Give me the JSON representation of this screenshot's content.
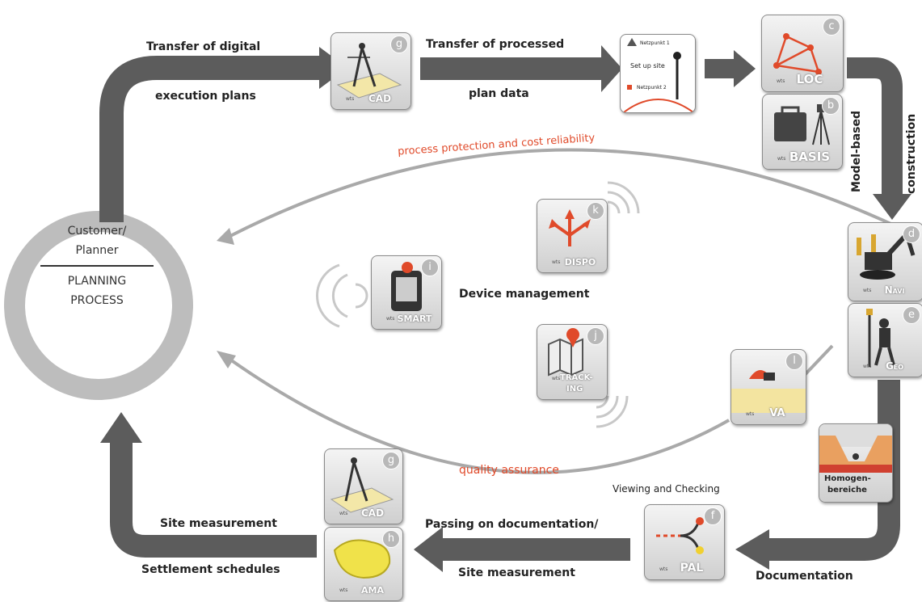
{
  "center": {
    "line1": "Customer/",
    "line2": "Planner",
    "line3": "PLANNING",
    "line4": "PROCESS"
  },
  "labels": {
    "transfer_digital": "Transfer of digital",
    "execution_plans": "execution plans",
    "transfer_processed": "Transfer of processed",
    "plan_data": "plan data",
    "model_based": "Model-based",
    "construction": "construction",
    "process_protection": "process protection and cost reliability",
    "device_management": "Device management",
    "quality_assurance": "quality assurance",
    "viewing_checking": "Viewing and Checking",
    "passing_documentation": "Passing on documentation/",
    "site_measurement_2": "Site measurement",
    "documentation": "Documentation",
    "site_measurement_1": "Site measurement",
    "settlement_schedules": "Settlement schedules"
  },
  "tiles": {
    "cad_top": {
      "name": "CAD",
      "badge": "g",
      "prefix": "wts"
    },
    "loc": {
      "name": "LOC",
      "badge": "c",
      "prefix": "wts"
    },
    "basis": {
      "name": "BASIS",
      "badge": "b",
      "prefix": "wts"
    },
    "navi": {
      "name": "Navi",
      "badge": "d",
      "prefix": "wts"
    },
    "geo": {
      "name": "Geo",
      "badge": "e",
      "prefix": "wts"
    },
    "va": {
      "name": "VA",
      "badge": "l",
      "prefix": "wts"
    },
    "homogen": {
      "name_1": "Homogen-",
      "name_2": "bereiche"
    },
    "pal": {
      "name": "PAL",
      "badge": "f",
      "prefix": "wts"
    },
    "cad_bottom": {
      "name": "CAD",
      "badge": "g",
      "prefix": "wts"
    },
    "ama": {
      "name": "AMA",
      "badge": "h",
      "prefix": "wts"
    },
    "dispo": {
      "name": "DISPO",
      "badge": "k",
      "prefix": "wts"
    },
    "smart": {
      "name": "SMART",
      "badge": "i",
      "prefix": "wts"
    },
    "tracking": {
      "name_1": "TRACK-",
      "name_2": "ING",
      "badge": "j",
      "prefix": "wts"
    }
  },
  "setup_card": {
    "line1": "Netzpunkt 1",
    "line2": "Set up site",
    "line3": "Netzpunkt 2"
  },
  "colors": {
    "arrow": "#5c5c5c",
    "ring": "#bdbdbd",
    "oval": "#a9a9a9",
    "accent": "#e04a2a",
    "tile": "#cfcfcf"
  }
}
